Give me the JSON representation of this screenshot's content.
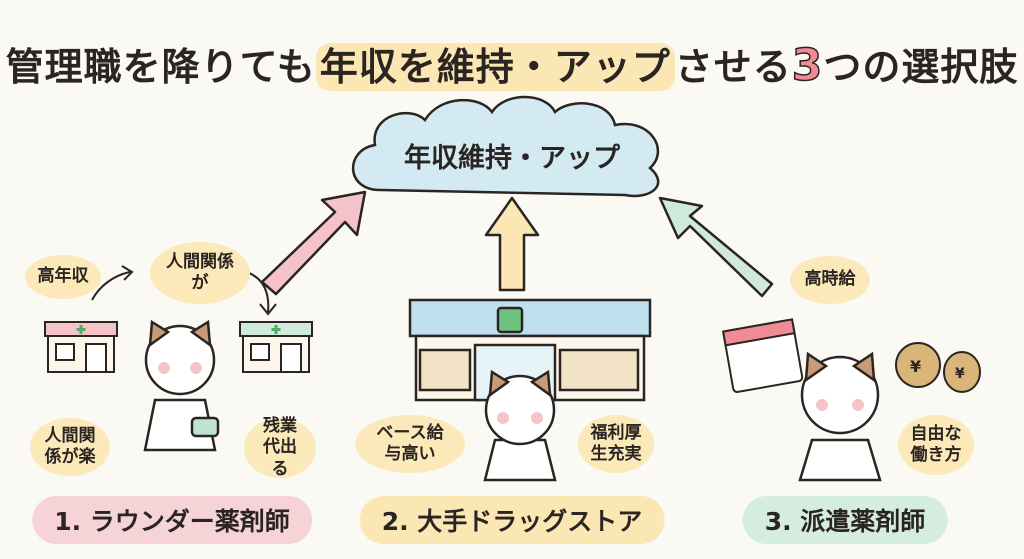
{
  "title": {
    "part1": "管理職を降りても",
    "highlight": "年収を維持・アップ",
    "part2": "させる",
    "number": "3",
    "part3": "つの選択肢"
  },
  "goal": "年収維持・アップ",
  "options": [
    {
      "label": "1. ラウンダー薬剤師",
      "color": "#f6d3d7",
      "bubbles": [
        "高年収",
        "人間関係が",
        "人間関係が楽",
        "残業代出る"
      ]
    },
    {
      "label": "2. 大手ドラッグストア",
      "color": "#fbe7b4",
      "bubbles": [
        "ベース給与高い",
        "福利厚生充実"
      ]
    },
    {
      "label": "3. 派遣薬剤師",
      "color": "#d5ede0",
      "bubbles": [
        "高時給",
        "自由な働き方"
      ]
    }
  ],
  "colors": {
    "arrow1": "#f4c2c8",
    "arrow2": "#fbe7b4",
    "arrow3": "#cfe9da",
    "cloud": "#d3eaf3",
    "bubble": "#fbe9b9"
  }
}
